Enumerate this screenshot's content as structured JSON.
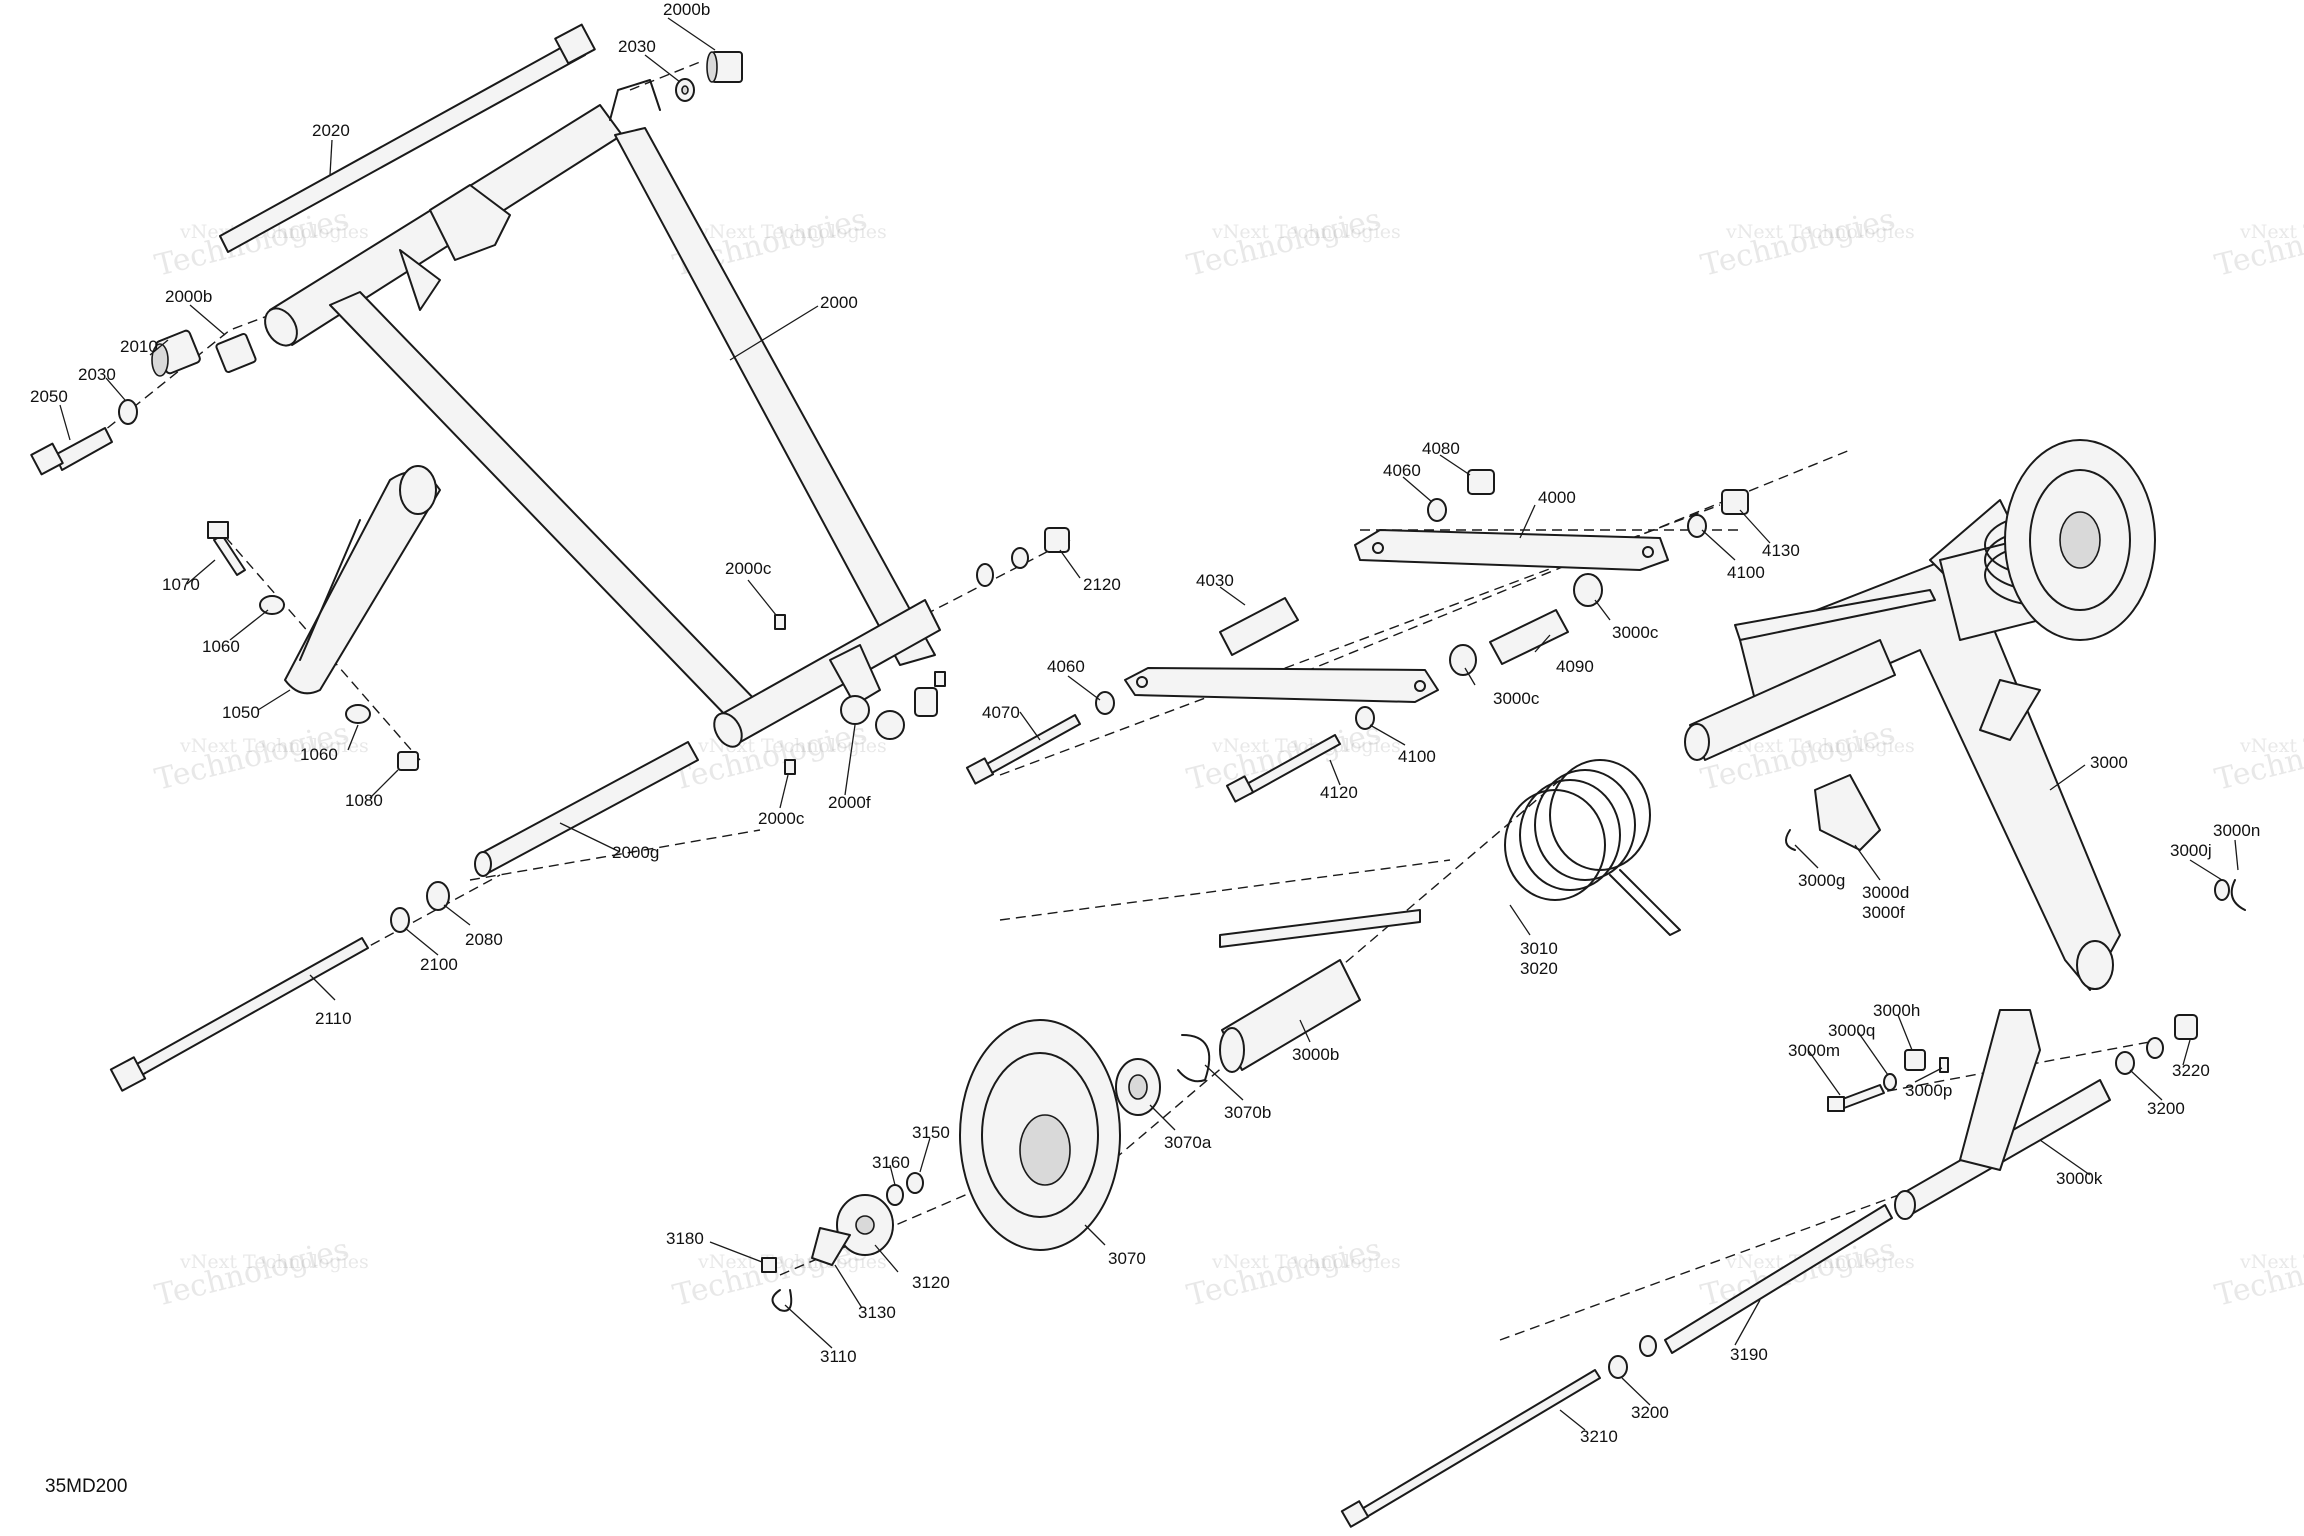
{
  "diagram_ref": "35MD200",
  "watermark": {
    "line1": "vNext Technologies",
    "line2": "Technologies",
    "line3": "vNext"
  },
  "callouts": {
    "c2000b_top": "2000b",
    "c2030_top": "2030",
    "c2020": "2020",
    "c2000": "2000",
    "c2000b": "2000b",
    "c2010": "2010",
    "c2030": "2030",
    "c2050": "2050",
    "c1070": "1070",
    "c1060a": "1060",
    "c1050": "1050",
    "c1060b": "1060",
    "c1080": "1080",
    "c2000c_a": "2000c",
    "c2120": "2120",
    "c2000c_b": "2000c",
    "c2000f": "2000f",
    "c2000g": "2000g",
    "c2080": "2080",
    "c2100": "2100",
    "c2110": "2110",
    "c4080": "4080",
    "c4060_a": "4060",
    "c4000": "4000",
    "c4030": "4030",
    "c4130": "4130",
    "c4100_a": "4100",
    "c3000c_a": "3000c",
    "c4090": "4090",
    "c4060_b": "4060",
    "c3000c_b": "3000c",
    "c4070": "4070",
    "c4100_b": "4100",
    "c4120": "4120",
    "c3000": "3000",
    "c3000g": "3000g",
    "c3000d": "3000d",
    "c3000f": "3000f",
    "c3000j": "3000j",
    "c3000n": "3000n",
    "c3010": "3010",
    "c3020": "3020",
    "c3000b": "3000b",
    "c3070b": "3070b",
    "c3070a": "3070a",
    "c3070": "3070",
    "c3150": "3150",
    "c3160": "3160",
    "c3180": "3180",
    "c3120": "3120",
    "c3130": "3130",
    "c3110": "3110",
    "c3000h": "3000h",
    "c3000q": "3000q",
    "c3000m": "3000m",
    "c3000p": "3000p",
    "c3220": "3220",
    "c3200_a": "3200",
    "c3000k": "3000k",
    "c3190": "3190",
    "c3200_b": "3200",
    "c3210": "3210"
  }
}
